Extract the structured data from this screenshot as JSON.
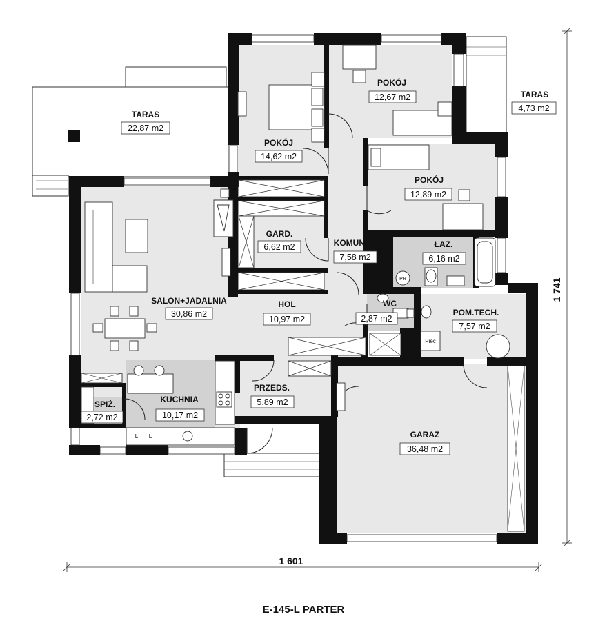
{
  "plan": {
    "title": "E-145-L PARTER",
    "width_label": "1 601",
    "height_label": "1 741",
    "rooms": [
      {
        "key": "taras_left",
        "name": "TARAS",
        "area": "22,87 m2"
      },
      {
        "key": "taras_right",
        "name": "TARAS",
        "area": "4,73 m2"
      },
      {
        "key": "pokoj_a",
        "name": "POKÓJ",
        "area": "14,62 m2"
      },
      {
        "key": "pokoj_b",
        "name": "POKÓJ",
        "area": "12,67 m2"
      },
      {
        "key": "pokoj_c",
        "name": "POKÓJ",
        "area": "12,89 m2"
      },
      {
        "key": "gard",
        "name": "GARD.",
        "area": "6,62 m2"
      },
      {
        "key": "komunik",
        "name": "KOMUNIK.",
        "area": "7,58 m2"
      },
      {
        "key": "laz",
        "name": "ŁAZ.",
        "area": "6,16 m2"
      },
      {
        "key": "salon",
        "name": "SALON+JADALNIA",
        "area": "30,86 m2"
      },
      {
        "key": "hol",
        "name": "HOL",
        "area": "10,97 m2"
      },
      {
        "key": "wc",
        "name": "WC",
        "area": "2,87 m2"
      },
      {
        "key": "pomtech",
        "name": "POM.TECH.",
        "area": "7,57 m2"
      },
      {
        "key": "spiz",
        "name": "SPIŻ.",
        "area": "2,72 m2"
      },
      {
        "key": "kuchnia",
        "name": "KUCHNIA",
        "area": "10,17 m2"
      },
      {
        "key": "przeds",
        "name": "PRZEDS.",
        "area": "5,89 m2"
      },
      {
        "key": "garaz",
        "name": "GARAŻ",
        "area": "36,48 m2"
      }
    ],
    "fixtures": {
      "pr": "PR",
      "piec": "Piec",
      "l1": "L",
      "l2": "L"
    }
  }
}
